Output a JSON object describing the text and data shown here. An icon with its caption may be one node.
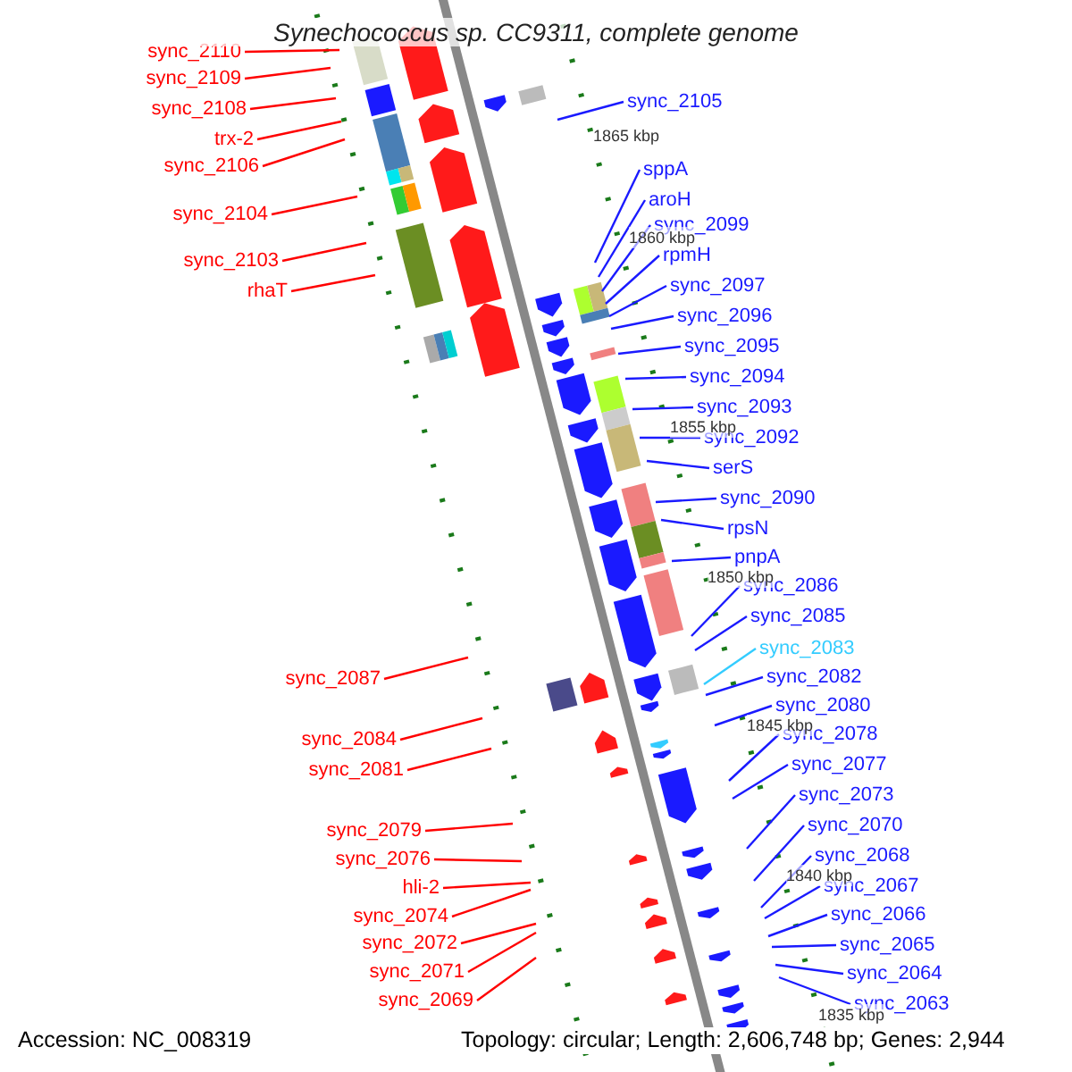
{
  "diagram": {
    "title": "Synechococcus sp. CC9311, complete genome",
    "nodes": [
      {
        "text": [
          "sync_2110"
        ]
      },
      {
        "text": [
          "sync_2109"
        ]
      },
      {
        "text": [
          "sync_2108"
        ]
      },
      {
        "text": [
          "trx-2"
        ]
      },
      {
        "text": [
          "sync_2106"
        ]
      },
      {
        "text": [
          "sync_2104"
        ]
      },
      {
        "text": [
          "sync_2103"
        ]
      },
      {
        "text": [
          "rhaT"
        ]
      },
      {
        "text": [
          "sync_2105"
        ]
      },
      {
        "text": [
          "sppA"
        ]
      },
      {
        "text": [
          "aroH"
        ]
      },
      {
        "text": [
          "sync_2099"
        ]
      },
      {
        "text": [
          "rpmH"
        ]
      },
      {
        "text": [
          "sync_2097"
        ]
      },
      {
        "text": [
          "sync_2096"
        ]
      },
      {
        "text": [
          "sync_2095"
        ]
      },
      {
        "text": [
          "sync_2094"
        ]
      },
      {
        "text": [
          "sync_2093"
        ]
      },
      {
        "text": [
          "sync_2092"
        ]
      },
      {
        "text": [
          "serS"
        ]
      },
      {
        "text": [
          "sync_2090"
        ]
      },
      {
        "text": [
          "rpsN"
        ]
      },
      {
        "text": [
          "pnpA"
        ]
      },
      {
        "text": [
          "sync_2086"
        ]
      },
      {
        "text": [
          "sync_2085"
        ]
      },
      {
        "text": [
          "sync_2087"
        ]
      },
      {
        "text": [
          "sync_2083"
        ]
      },
      {
        "text": [
          "sync_2082"
        ]
      },
      {
        "text": [
          "sync_2080"
        ]
      },
      {
        "text": [
          "sync_2084"
        ]
      },
      {
        "text": [
          "sync_2081"
        ]
      },
      {
        "text": [
          "sync_2078"
        ]
      },
      {
        "text": [
          "sync_2077"
        ]
      },
      {
        "text": [
          "sync_2073"
        ]
      },
      {
        "text": [
          "sync_2070"
        ]
      },
      {
        "text": [
          "sync_2079"
        ]
      },
      {
        "text": [
          "sync_2076"
        ]
      },
      {
        "text": [
          "hli-2"
        ]
      },
      {
        "text": [
          "sync_2074"
        ]
      },
      {
        "text": [
          "sync_2072"
        ]
      },
      {
        "text": [
          "sync_2071"
        ]
      },
      {
        "text": [
          "sync_2069"
        ]
      },
      {
        "text": [
          "sync_2068"
        ]
      },
      {
        "text": [
          "sync_2067"
        ]
      },
      {
        "text": [
          "sync_2066"
        ]
      },
      {
        "text": [
          "sync_2065"
        ]
      },
      {
        "text": [
          "sync_2064"
        ]
      },
      {
        "text": [
          "sync_2063"
        ]
      }
    ],
    "edges": [
      {
        "from": 0,
        "to": null,
        "arrow": "none",
        "color": "#ff0000"
      },
      {
        "from": 1,
        "to": null,
        "arrow": "none",
        "color": "#ff0000"
      },
      {
        "from": 2,
        "to": null,
        "arrow": "none",
        "color": "#ff0000"
      },
      {
        "from": 3,
        "to": null,
        "arrow": "none",
        "color": "#ff0000"
      },
      {
        "from": 4,
        "to": null,
        "arrow": "none",
        "color": "#ff0000"
      },
      {
        "from": 5,
        "to": null,
        "arrow": "none",
        "color": "#ff0000"
      },
      {
        "from": 6,
        "to": null,
        "arrow": "none",
        "color": "#ff0000"
      },
      {
        "from": 7,
        "to": null,
        "arrow": "none",
        "color": "#ff0000"
      },
      {
        "from": 8,
        "to": null,
        "arrow": "none"
      },
      {
        "from": 9,
        "to": null,
        "arrow": "none"
      },
      {
        "from": 10,
        "to": null,
        "arrow": "none"
      },
      {
        "from": 11,
        "to": null,
        "arrow": "none"
      },
      {
        "from": 12,
        "to": null,
        "arrow": "none"
      },
      {
        "from": 13,
        "to": null,
        "arrow": "none"
      },
      {
        "from": 14,
        "to": null,
        "arrow": "none"
      },
      {
        "from": 15,
        "to": null,
        "arrow": "none"
      },
      {
        "from": 16,
        "to": null,
        "arrow": "none"
      },
      {
        "from": 17,
        "to": null,
        "arrow": "none"
      },
      {
        "from": 18,
        "to": null,
        "arrow": "none"
      },
      {
        "from": 19,
        "to": null,
        "arrow": "none"
      },
      {
        "from": 20,
        "to": null,
        "arrow": "none"
      },
      {
        "from": 21,
        "to": null,
        "arrow": "none"
      },
      {
        "from": 22,
        "to": null,
        "arrow": "none"
      },
      {
        "from": 23,
        "to": null,
        "arrow": "none"
      },
      {
        "from": 24,
        "to": null,
        "arrow": "none"
      },
      {
        "from": 25,
        "to": null,
        "arrow": "none",
        "color": "#ff0000"
      },
      {
        "from": 26,
        "to": null,
        "arrow": "none",
        "color": "#33ccff"
      },
      {
        "from": 27,
        "to": null,
        "arrow": "none"
      },
      {
        "from": 28,
        "to": null,
        "arrow": "none"
      },
      {
        "from": 29,
        "to": null,
        "arrow": "none",
        "color": "#ff0000"
      },
      {
        "from": 30,
        "to": null,
        "arrow": "none",
        "color": "#ff0000"
      },
      {
        "from": 31,
        "to": null,
        "arrow": "none"
      },
      {
        "from": 32,
        "to": null,
        "arrow": "none"
      },
      {
        "from": 33,
        "to": null,
        "arrow": "none"
      },
      {
        "from": 34,
        "to": null,
        "arrow": "none"
      },
      {
        "from": 35,
        "to": null,
        "arrow": "none",
        "color": "#ff0000"
      },
      {
        "from": 36,
        "to": null,
        "arrow": "none",
        "color": "#ff0000"
      },
      {
        "from": 37,
        "to": null,
        "arrow": "none",
        "color": "#ff0000"
      },
      {
        "from": 38,
        "to": null,
        "arrow": "none",
        "color": "#ff0000"
      },
      {
        "from": 39,
        "to": null,
        "arrow": "none",
        "color": "#ff0000"
      },
      {
        "from": 40,
        "to": null,
        "arrow": "none",
        "color": "#ff0000"
      },
      {
        "from": 41,
        "to": null,
        "arrow": "none",
        "color": "#ff0000"
      },
      {
        "from": 42,
        "to": null,
        "arrow": "none"
      },
      {
        "from": 43,
        "to": null,
        "arrow": "none"
      },
      {
        "from": 44,
        "to": null,
        "arrow": "none"
      },
      {
        "from": 45,
        "to": null,
        "arrow": "none"
      },
      {
        "from": 46,
        "to": null,
        "arrow": "none"
      },
      {
        "from": 47,
        "to": null,
        "arrow": "none"
      }
    ],
    "labels": [
      "1865 kbp",
      "1860 kbp",
      "1855 kbp",
      "1850 kbp",
      "1845 kbp",
      "1840 kbp",
      "1835 kbp",
      "Accession: NC_008319",
      "Topology: circular; Length: 2,606,748 bp; Genes: 2,944"
    ]
  }
}
